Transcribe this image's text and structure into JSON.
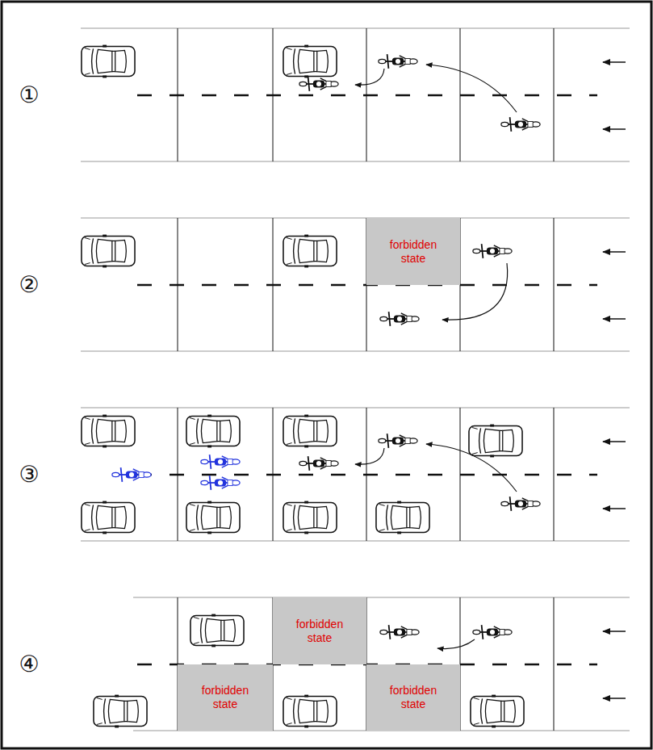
{
  "diagram": {
    "nodes": [
      {
        "text": [
          "forbidden state"
        ]
      },
      {
        "text": [
          "forbidden state"
        ]
      },
      {
        "text": [
          "forbidden state"
        ]
      },
      {
        "text": [
          "forbidden state"
        ]
      }
    ],
    "labels": [
      "①",
      "②",
      "③",
      "④"
    ]
  }
}
